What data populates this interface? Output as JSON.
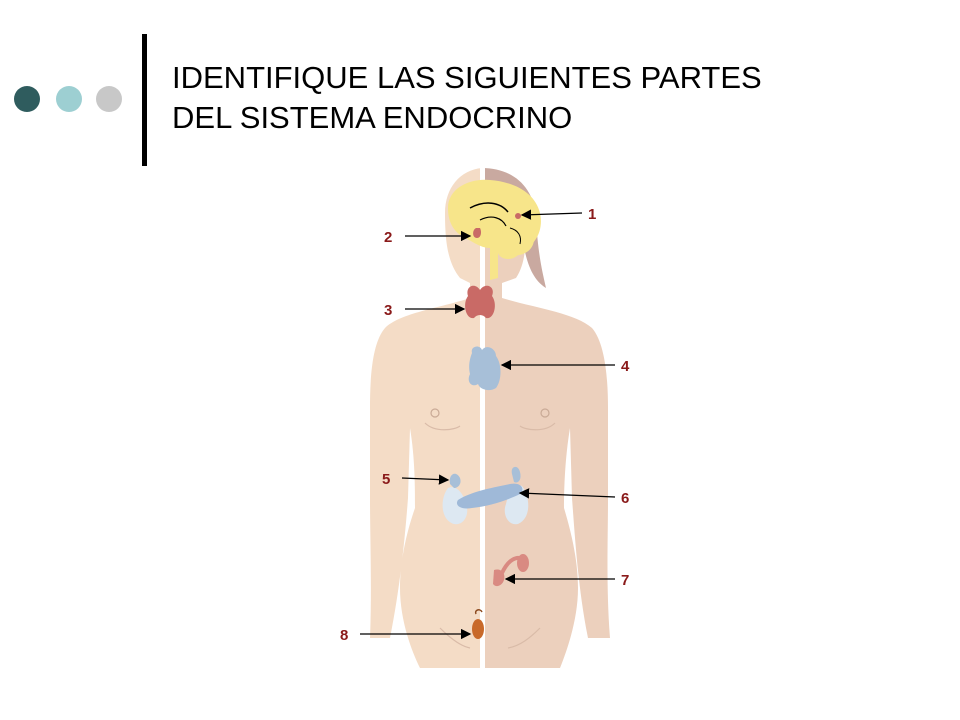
{
  "decor": {
    "dots": [
      {
        "name": "dot-dark-teal",
        "color": "#2f5c5e"
      },
      {
        "name": "dot-light-teal",
        "color": "#9dcfd2"
      },
      {
        "name": "dot-gray",
        "color": "#c8c8c8"
      }
    ]
  },
  "title": {
    "line1": "IDENTIFIQUE LAS SIGUIENTES PARTES",
    "line2": "DEL SISTEMA ENDOCRINO"
  },
  "diagram": {
    "colors": {
      "skin_left": "#f4dcc6",
      "skin_right": "#ecd0bd",
      "hair": "#c9a9a0",
      "brain": "#f7e58a",
      "thyroid": "#c96a66",
      "thymus": "#a7bfd8",
      "adrenal": "#dde8f2",
      "pancreas": "#9fb9d8",
      "ovary": "#d98a82",
      "testis": "#c8692a",
      "arrow": "#000000",
      "label": "#8a1a1a"
    },
    "labels": [
      "1",
      "2",
      "3",
      "4",
      "5",
      "6",
      "7",
      "8"
    ]
  }
}
